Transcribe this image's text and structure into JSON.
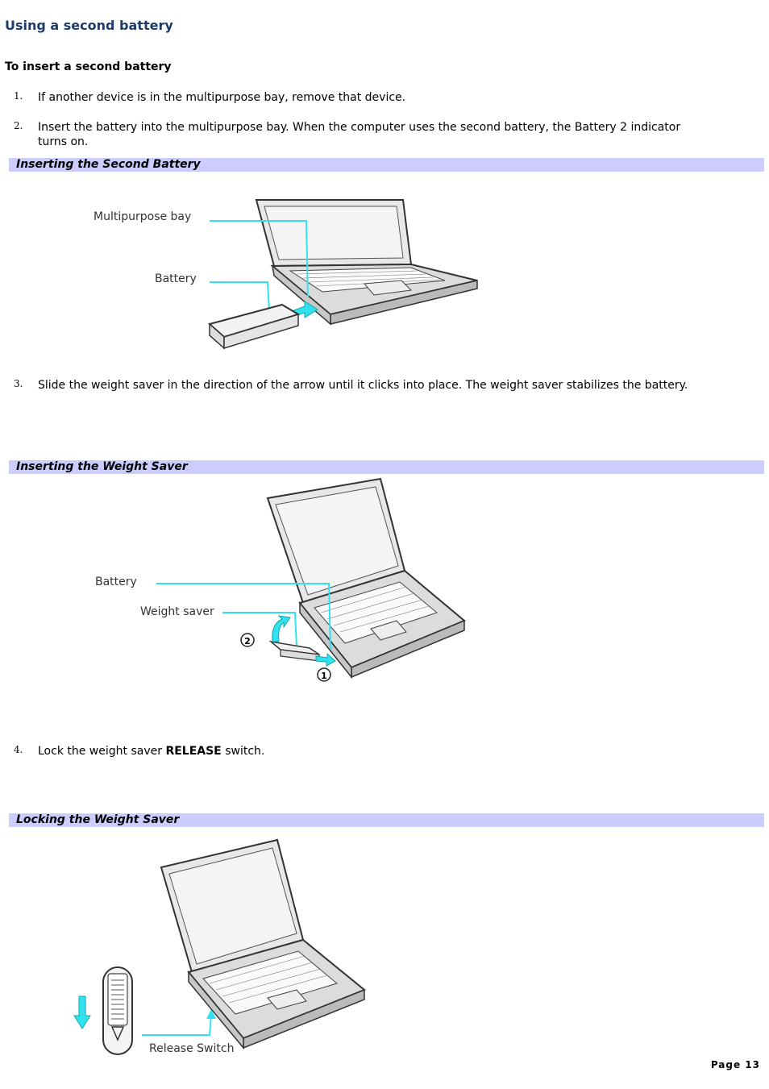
{
  "title": "Using a second battery",
  "subheading": "To insert a second battery",
  "steps": [
    {
      "num": "1.",
      "text": "If another device is in the multipurpose bay, remove that device."
    },
    {
      "num": "2.",
      "text": "Insert the battery into the multipurpose bay. When the computer uses the second battery, the Battery 2 indicator turns on."
    },
    {
      "num": "3.",
      "text": "Slide the weight saver in the direction of the arrow until it clicks into place. The weight saver stabilizes the battery."
    },
    {
      "num": "4.",
      "text_before": "Lock the weight saver ",
      "text_bold": "RELEASE",
      "text_after": " switch."
    }
  ],
  "figures": [
    {
      "caption": "Inserting the Second Battery",
      "labels": [
        "Multipurpose bay",
        "Battery"
      ]
    },
    {
      "caption": "Inserting the Weight Saver",
      "labels": [
        "Battery",
        "Weight saver",
        "②",
        "①"
      ]
    },
    {
      "caption": "Locking the Weight Saver",
      "labels": [
        "Release Switch"
      ]
    }
  ],
  "footer": "Page 13",
  "colors": {
    "title": "#1c3a6a",
    "caption_bar": "#ccccff",
    "callout": "#33e0f0"
  }
}
